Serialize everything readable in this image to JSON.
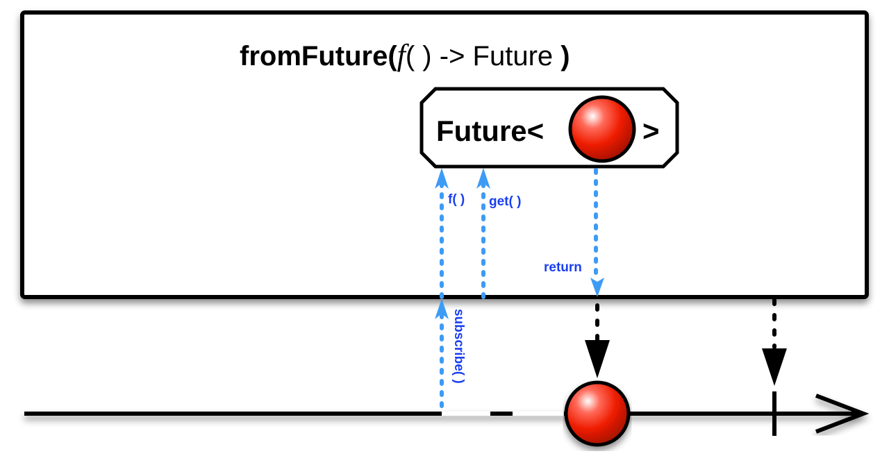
{
  "title": {
    "prefix": "fromFuture(",
    "func": "f",
    "args": "( ) -> Future",
    "suffix": " )"
  },
  "future_box": {
    "label_left": "Future<",
    "label_right": ">"
  },
  "labels": {
    "f_call": "f( )",
    "get_call": "get( )",
    "return": "return",
    "subscribe": "subscribe( )"
  },
  "colors": {
    "arrow_blue": "#3d9bf5",
    "label_blue": "#1a3ff0",
    "marble_red": "#e81a00"
  }
}
